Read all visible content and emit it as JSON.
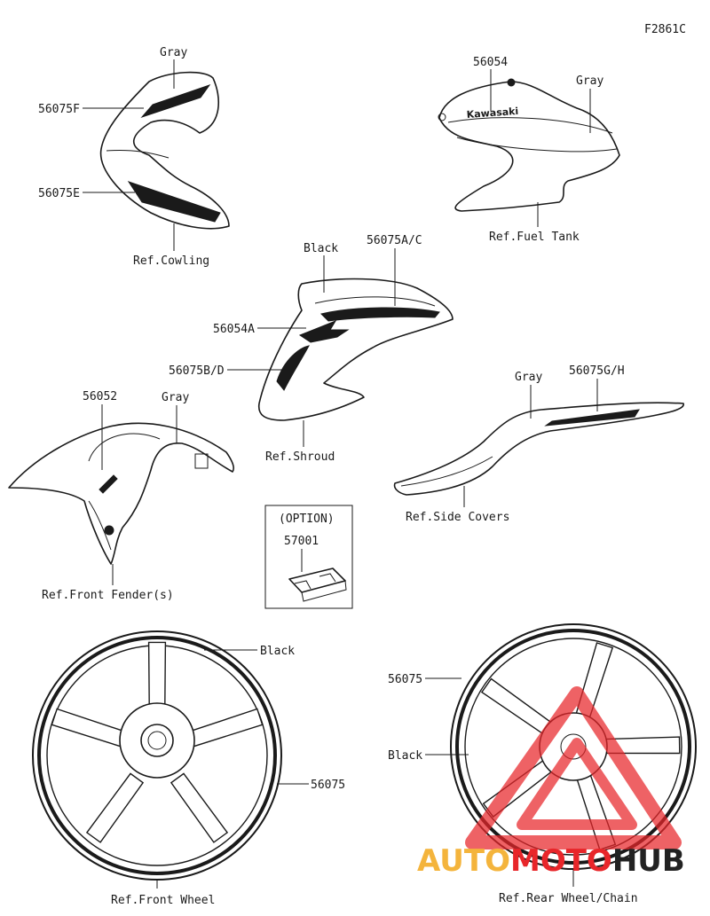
{
  "figure_code": "F2861C",
  "labels": {
    "cowl_gray": "Gray",
    "cowl_56075f": "56075F",
    "cowl_56075e": "56075E",
    "cowl_ref": "Ref.Cowling",
    "tank_56054": "56054",
    "tank_gray": "Gray",
    "tank_ref": "Ref.Fuel Tank",
    "tank_brand": "Kawasaki",
    "shroud_black": "Black",
    "shroud_56075ac": "56075A/C",
    "shroud_56054a": "56054A",
    "shroud_56075bd": "56075B/D",
    "shroud_ref": "Ref.Shroud",
    "fender_56052": "56052",
    "fender_gray": "Gray",
    "fender_ref": "Ref.Front Fender(s)",
    "side_gray": "Gray",
    "side_56075gh": "56075G/H",
    "side_ref": "Ref.Side Covers",
    "option_title": "(OPTION)",
    "option_part": "57001",
    "fwheel_black": "Black",
    "fwheel_56075": "56075",
    "fwheel_ref": "Ref.Front Wheel",
    "rwheel_56075": "56075",
    "rwheel_black": "Black",
    "rwheel_ref": "Ref.Rear Wheel/Chain"
  },
  "watermark": {
    "part1": "AUTO",
    "part2": "MOTO",
    "part3": "HUB",
    "color_main": "#f4b43c",
    "color_accent": "#e8262a",
    "color_dark": "#222222"
  }
}
